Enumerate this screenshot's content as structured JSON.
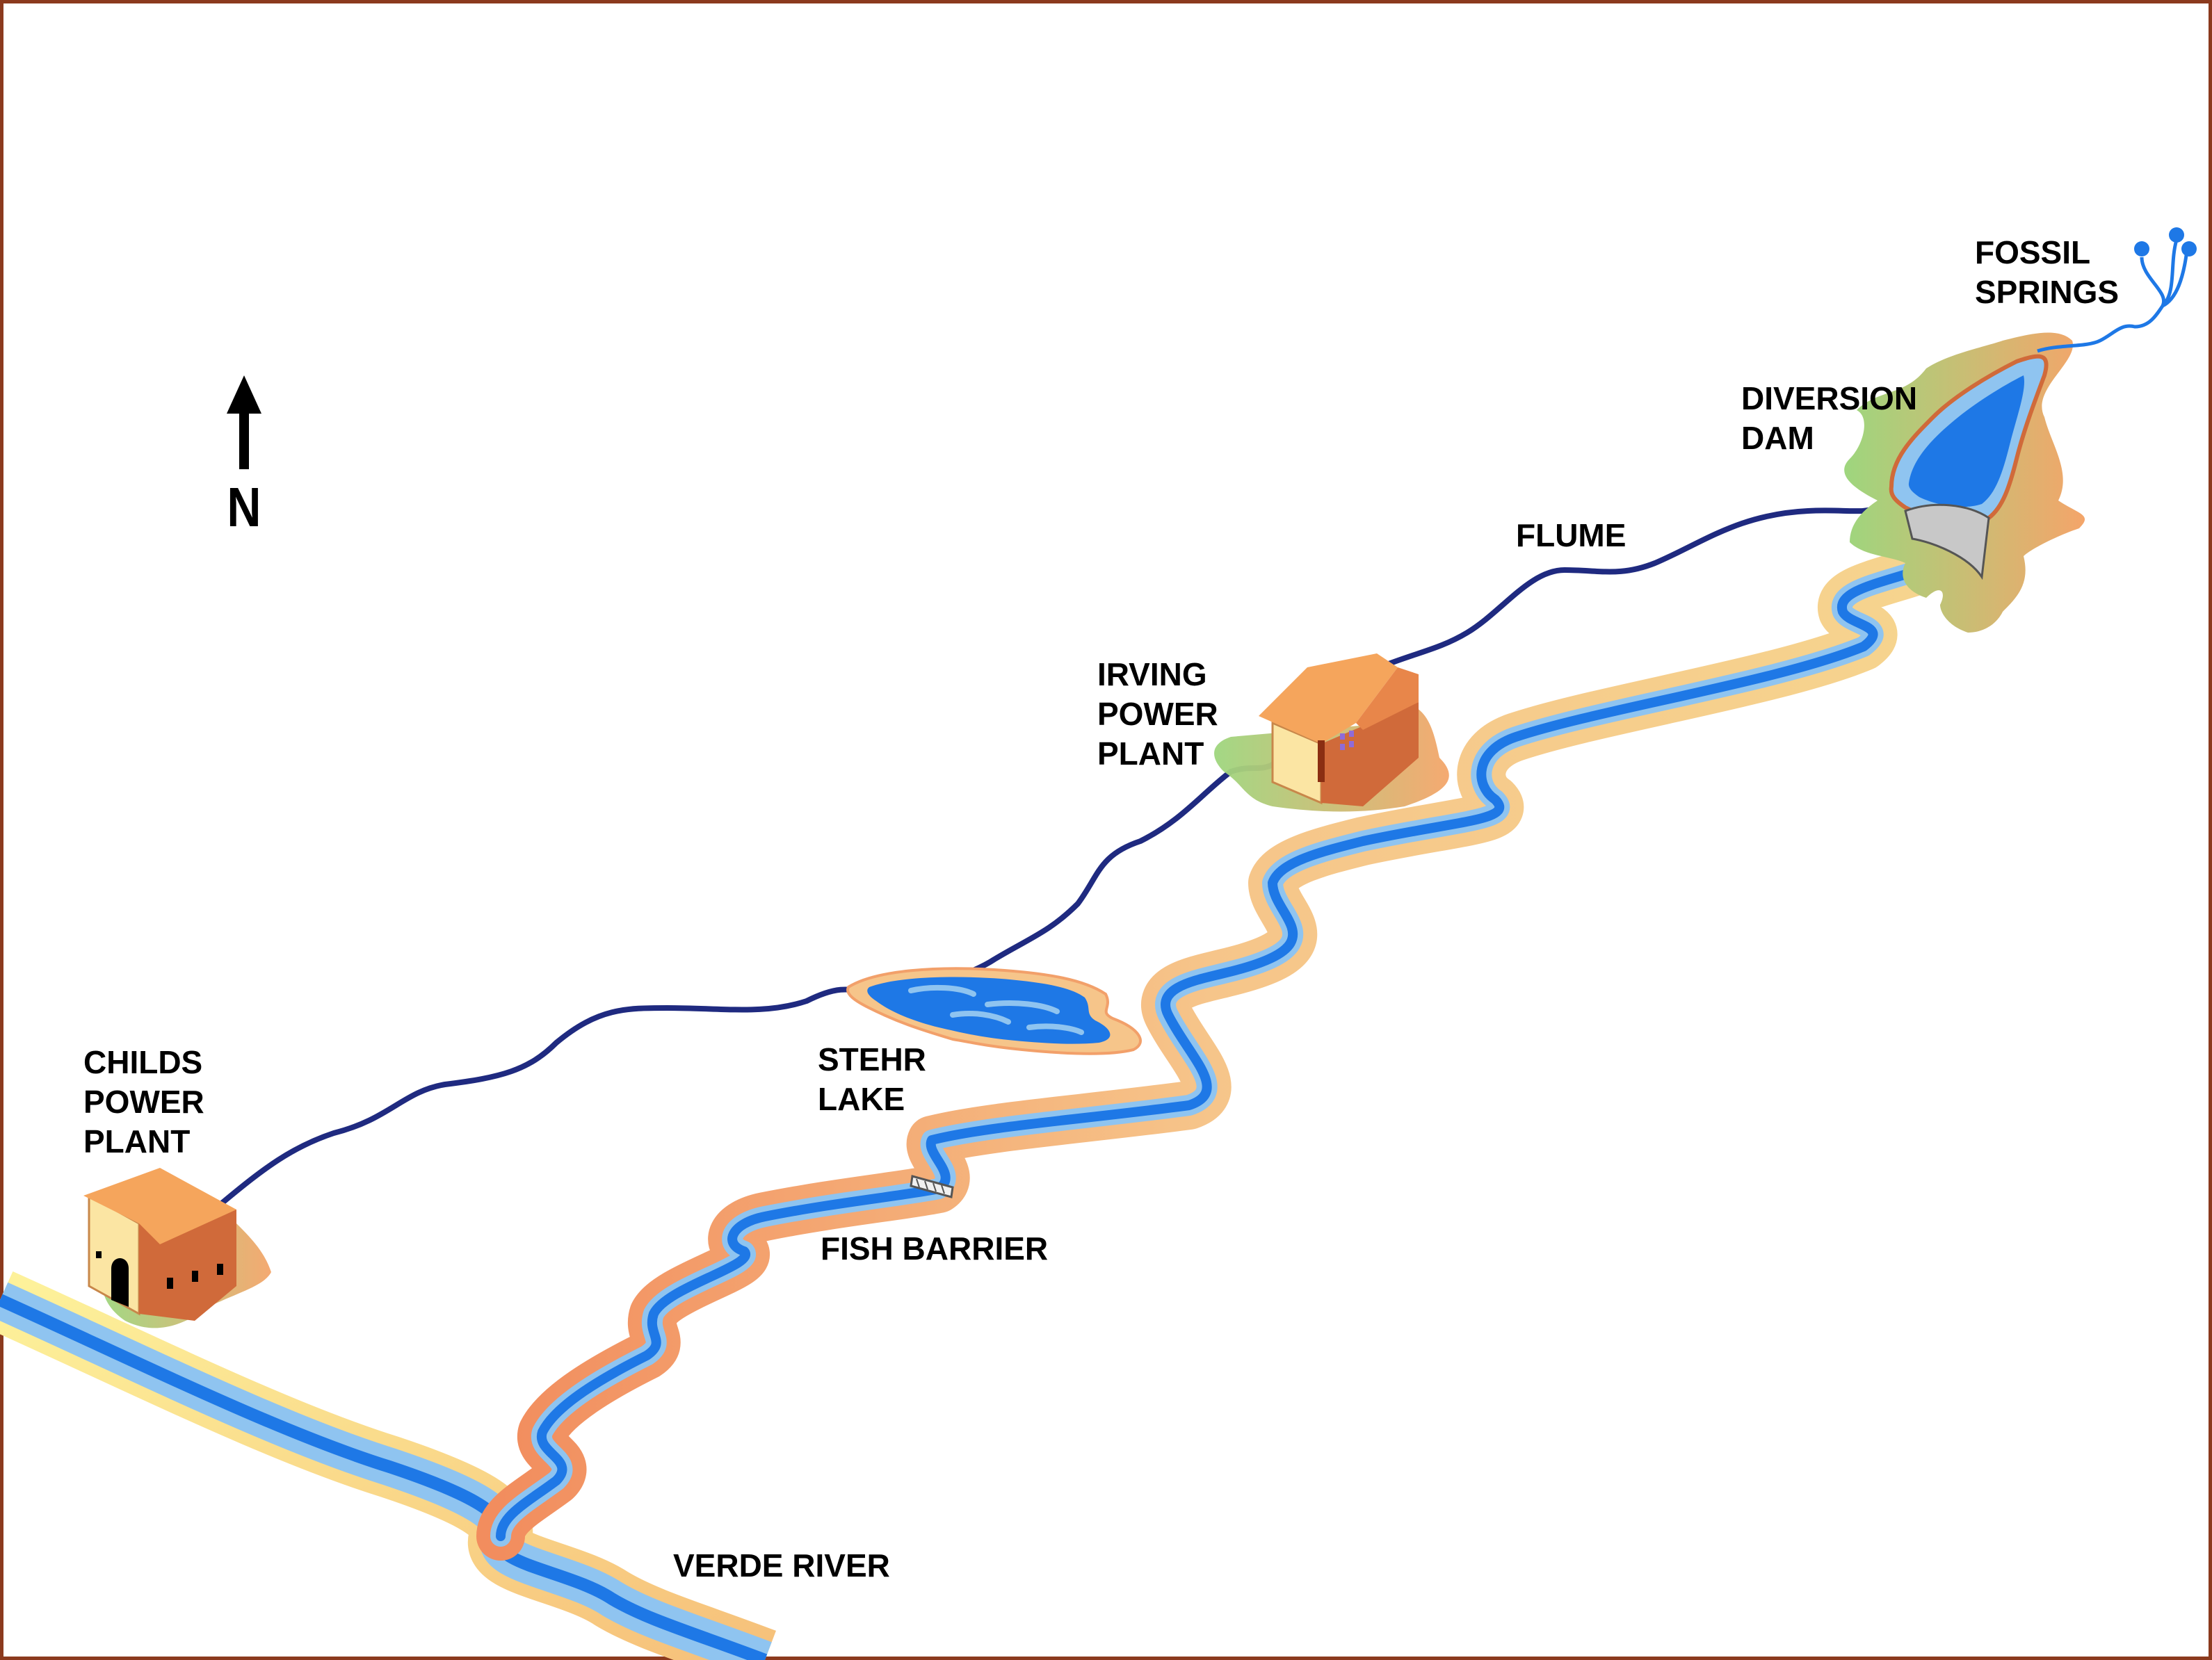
{
  "map": {
    "labels": {
      "fossil_springs": [
        "FOSSIL",
        "SPRINGS"
      ],
      "diversion_dam": [
        "DIVERSION",
        "DAM"
      ],
      "flume": "FLUME",
      "irving_power_plant": [
        "IRVING",
        "POWER",
        "PLANT"
      ],
      "stehr_lake": [
        "STEHR",
        "LAKE"
      ],
      "childs_power_plant": [
        "CHILDS",
        "POWER",
        "PLANT"
      ],
      "fish_barrier": "FISH BARRIER",
      "verde_river": "VERDE RIVER"
    },
    "north_arrow": {
      "letter": "N",
      "icon": "north-arrow-icon"
    },
    "colors": {
      "frame": "#8b3a1e",
      "flume_line": "#1f2a80",
      "river_water": "#1e78e6",
      "river_light": "#8fc4f0",
      "bank_tan": "#f6c58a",
      "bank_orange": "#f2a06a",
      "verde_yellow": "#fdf19a",
      "foliage": "#9ed67e",
      "building_roof": "#f5a55c",
      "building_wall": "#fbe5a3",
      "building_side": "#d06a3a",
      "dam_gray": "#c8c8c8"
    }
  }
}
